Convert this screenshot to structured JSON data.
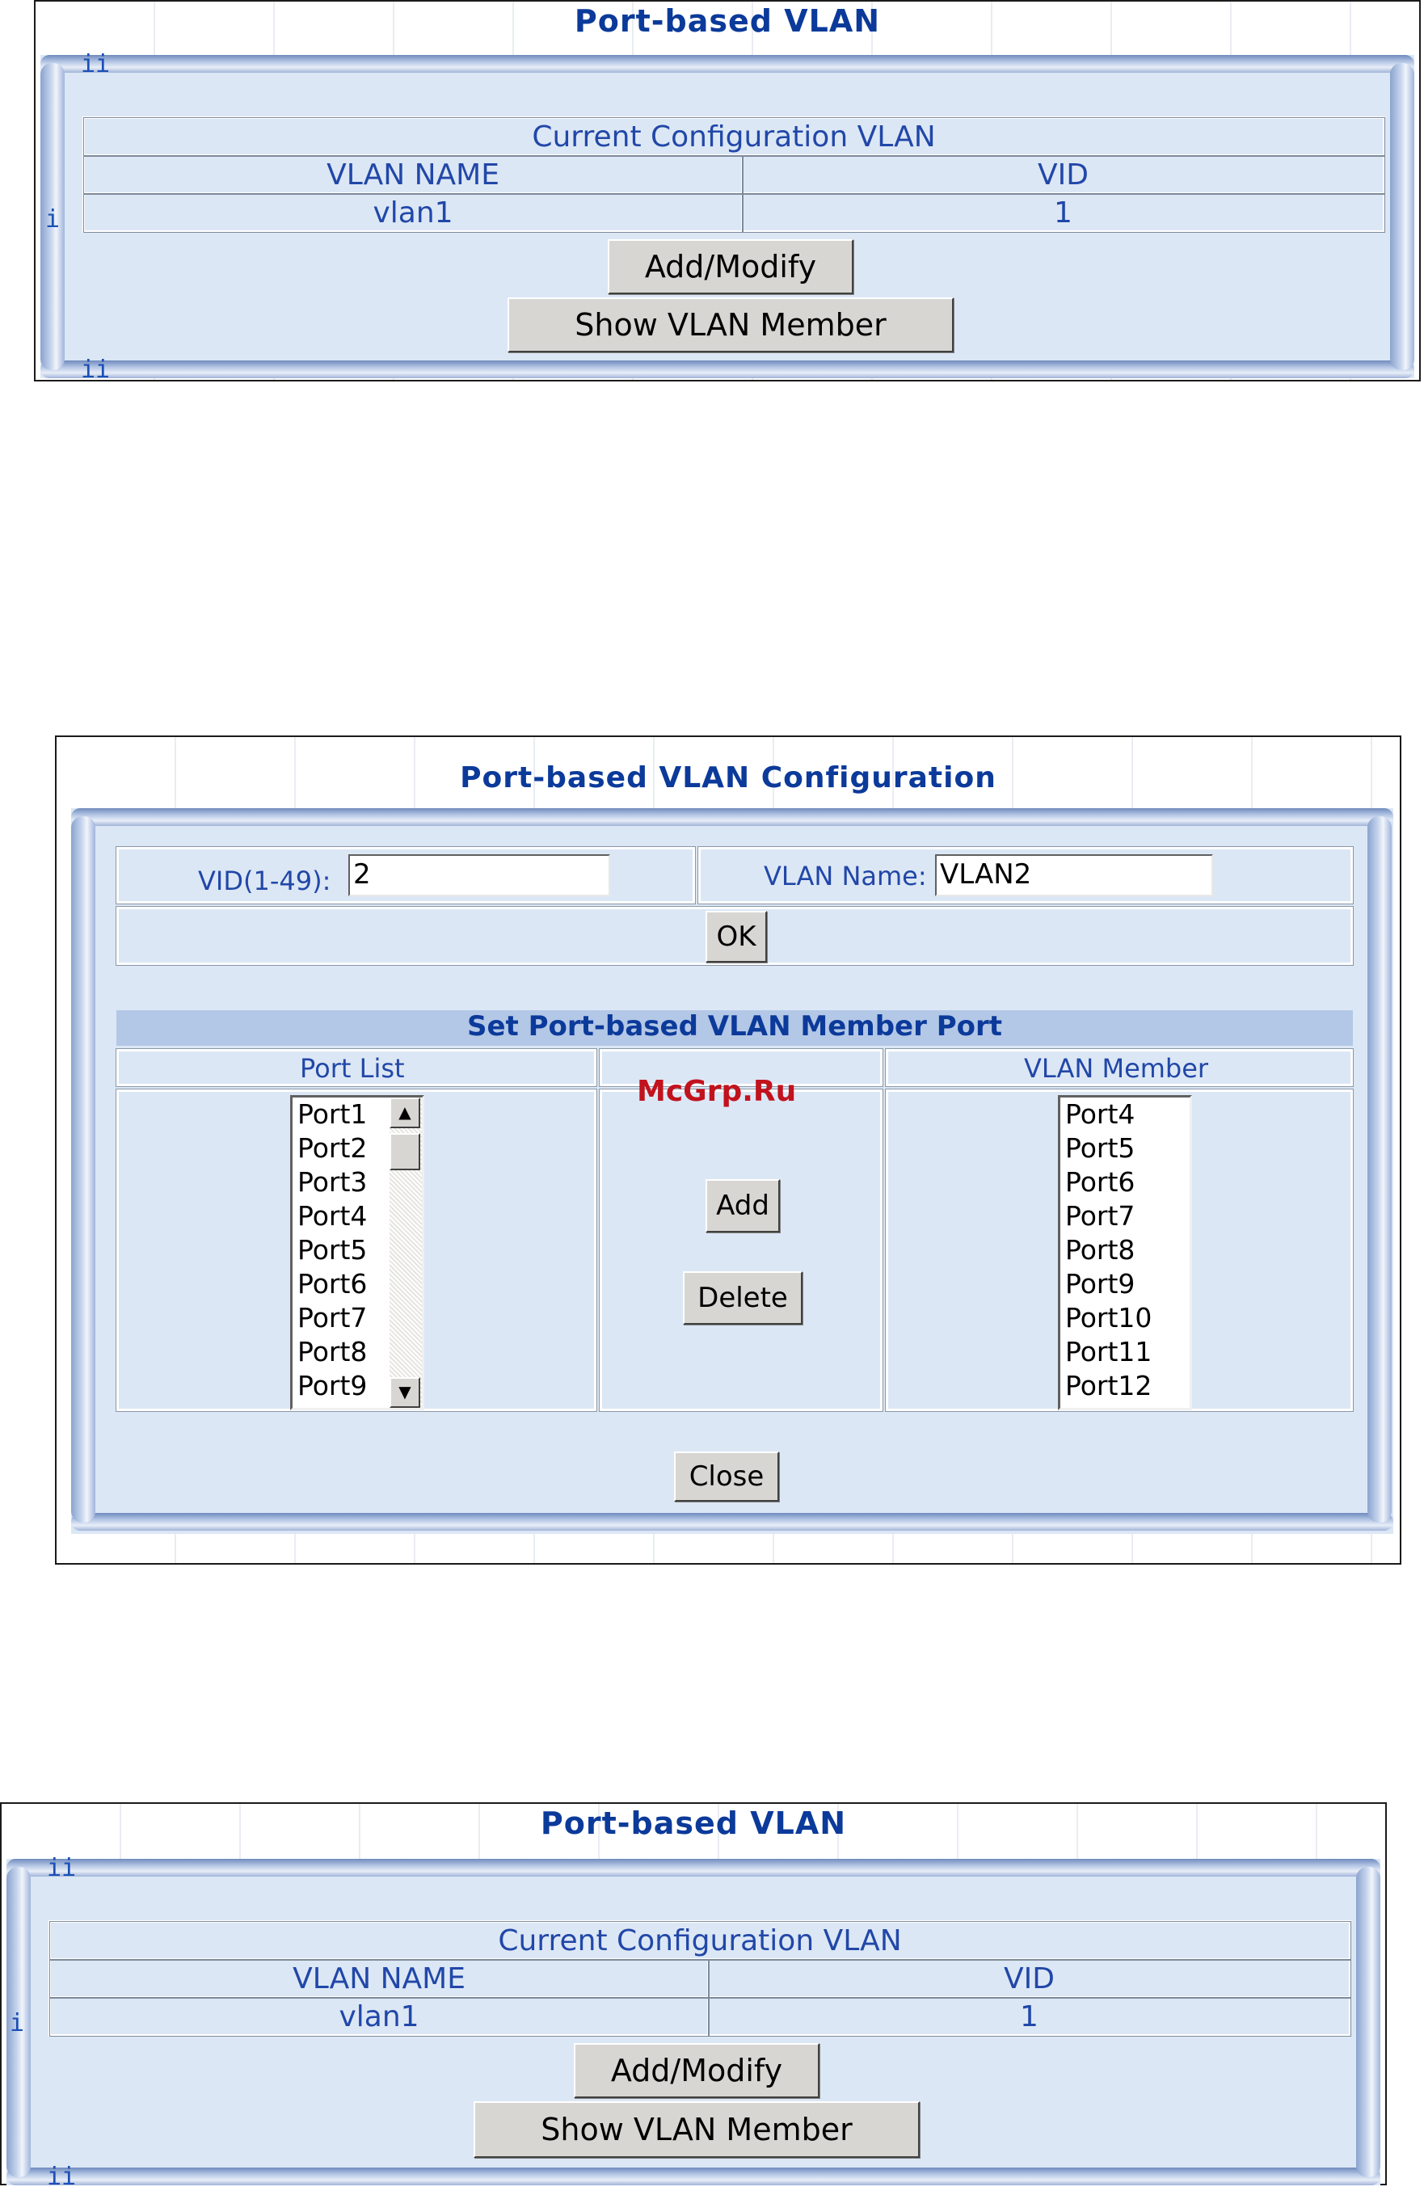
{
  "panel1": {
    "title": "Port-based  VLAN",
    "table_caption": "Current Configuration VLAN",
    "col_name": "VLAN NAME",
    "col_vid": "VID",
    "row_name": "vlan1",
    "row_vid": "1",
    "btn_add_modify": "Add/Modify",
    "btn_show_member": "Show VLAN Member",
    "tick_top": "ii",
    "tick_mid": "i",
    "tick_bot": "ii"
  },
  "panel2": {
    "title": "Port-based  VLAN Configuration",
    "vid_label": "VID(1-49):",
    "vid_value": "2",
    "name_label": "VLAN Name:",
    "name_value": "VLAN2",
    "btn_ok": "OK",
    "member_header": "Set Port-based VLAN Member Port",
    "col_port_list": "Port List",
    "col_vlan_member": "VLAN Member",
    "port_list": [
      "Port1",
      "Port2",
      "Port3",
      "Port4",
      "Port5",
      "Port6",
      "Port7",
      "Port8",
      "Port9"
    ],
    "vlan_member": [
      "Port4",
      "Port5",
      "Port6",
      "Port7",
      "Port8",
      "Port9",
      "Port10",
      "Port11",
      "Port12"
    ],
    "btn_add": "Add",
    "btn_delete": "Delete",
    "btn_close": "Close",
    "watermark": "McGrp.Ru"
  },
  "panel3": {
    "title": "Port-based  VLAN",
    "table_caption": "Current Configuration VLAN",
    "col_name": "VLAN NAME",
    "col_vid": "VID",
    "row_name": "vlan1",
    "row_vid": "1",
    "btn_add_modify": "Add/Modify",
    "btn_show_member": "Show VLAN Member",
    "tick_top": "ii",
    "tick_mid": "i",
    "tick_bot": "ii"
  }
}
